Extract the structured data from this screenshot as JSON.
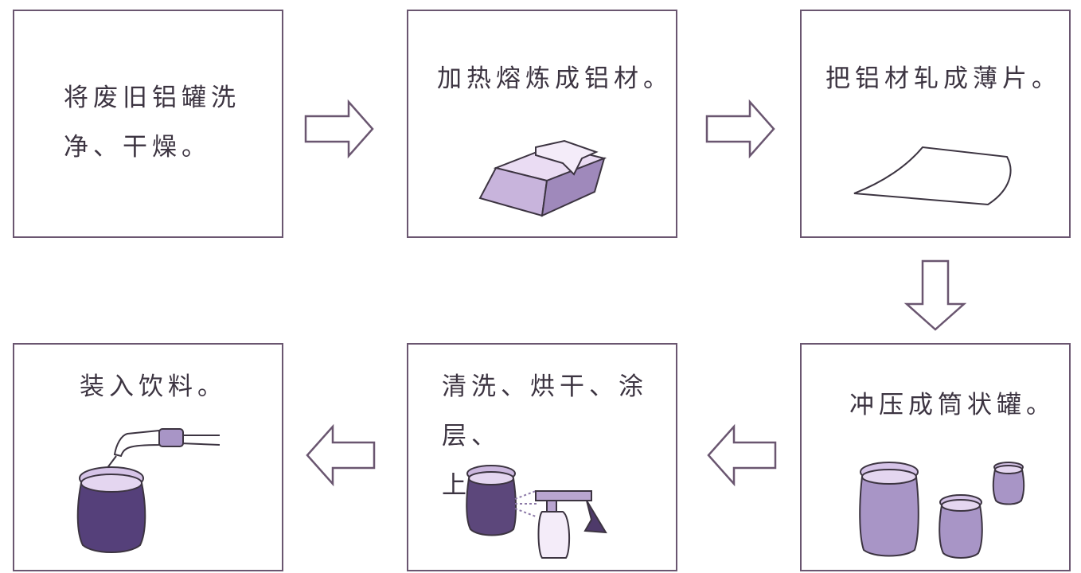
{
  "steps": [
    {
      "text_lines": [
        "将废旧铝罐洗",
        "净、干燥。"
      ]
    },
    {
      "text_lines": [
        "加热熔炼成铝材。"
      ]
    },
    {
      "text_lines": [
        "把铝材轧成薄片。"
      ]
    },
    {
      "text_lines": [
        "冲压成筒状罐。"
      ]
    },
    {
      "text_lines": [
        "清洗、烘干、涂层、",
        "上漆。"
      ]
    },
    {
      "text_lines": [
        "装入饮料。"
      ]
    }
  ],
  "arrows": [
    "right",
    "right",
    "down",
    "left",
    "left"
  ],
  "colors": {
    "border": "#6a5670",
    "fill_light": "#e6d6f0",
    "fill_mid": "#a38fbe",
    "fill_dark": "#4e3a6a"
  }
}
